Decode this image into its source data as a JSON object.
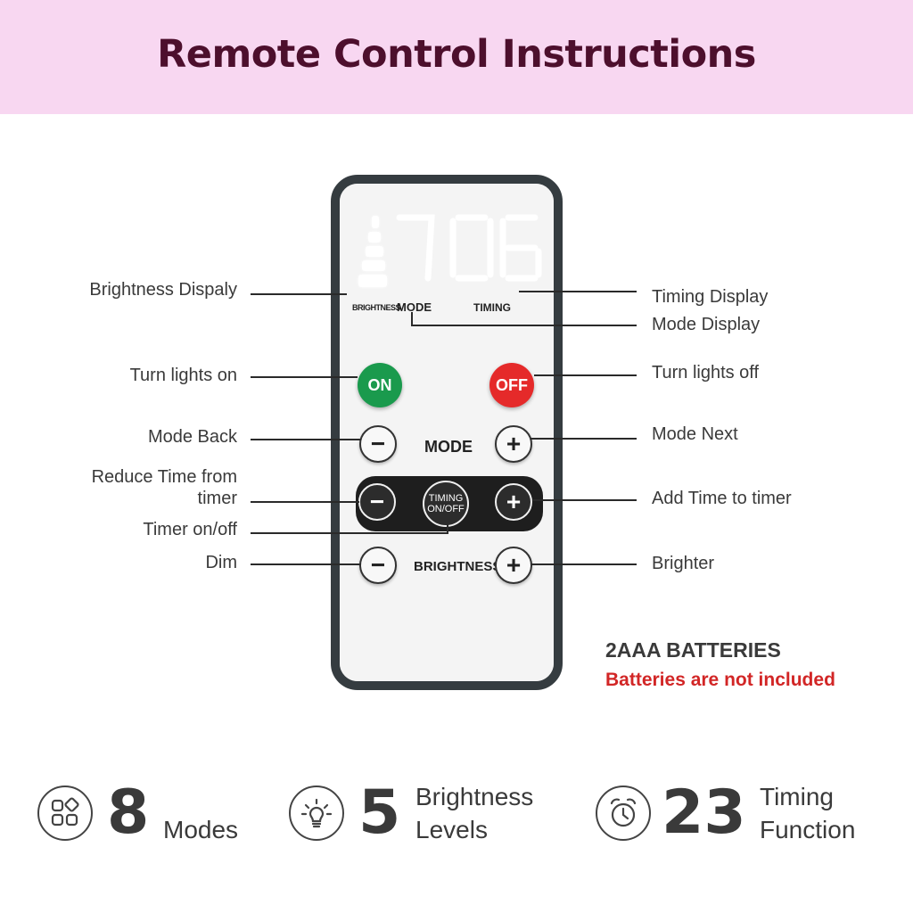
{
  "header": {
    "title": "Remote Control Instructions"
  },
  "remote": {
    "display_digits": "706",
    "display_labels": {
      "brightness": "BRIGHTNESS",
      "mode": "MODE",
      "timing": "TIMING"
    },
    "buttons": {
      "on": "ON",
      "off": "OFF",
      "minus": "−",
      "plus": "+",
      "mode_label": "MODE",
      "timing_line1": "TIMING",
      "timing_line2": "ON/OFF",
      "brightness_label": "BRIGHTNESS"
    }
  },
  "callouts": {
    "brightness_display": "Brightness Dispaly",
    "timing_display": "Timing Display",
    "mode_display": "Mode Display",
    "turn_on": "Turn lights on",
    "turn_off": "Turn lights off",
    "mode_back": "Mode Back",
    "mode_next": "Mode Next",
    "reduce_time": "Reduce Time from timer",
    "add_time": "Add Time to timer",
    "timer_onoff": "Timer on/off",
    "dim": "Dim",
    "brighter": "Brighter"
  },
  "batteries": {
    "title": "2AAA BATTERIES",
    "note": "Batteries are not included"
  },
  "stats": [
    {
      "icon": "modes-grid-icon",
      "number": "8",
      "label": "Modes"
    },
    {
      "icon": "lightbulb-icon",
      "number": "5",
      "label_line1": "Brightness",
      "label_line2": "Levels"
    },
    {
      "icon": "alarm-clock-icon",
      "number": "23",
      "label_line1": "Timing",
      "label_line2": "Function"
    }
  ],
  "colors": {
    "banner": "#f8d7f1",
    "title": "#4d0f2d",
    "on": "#1a9a4d",
    "off": "#e52a2a",
    "warning": "#d22626"
  }
}
